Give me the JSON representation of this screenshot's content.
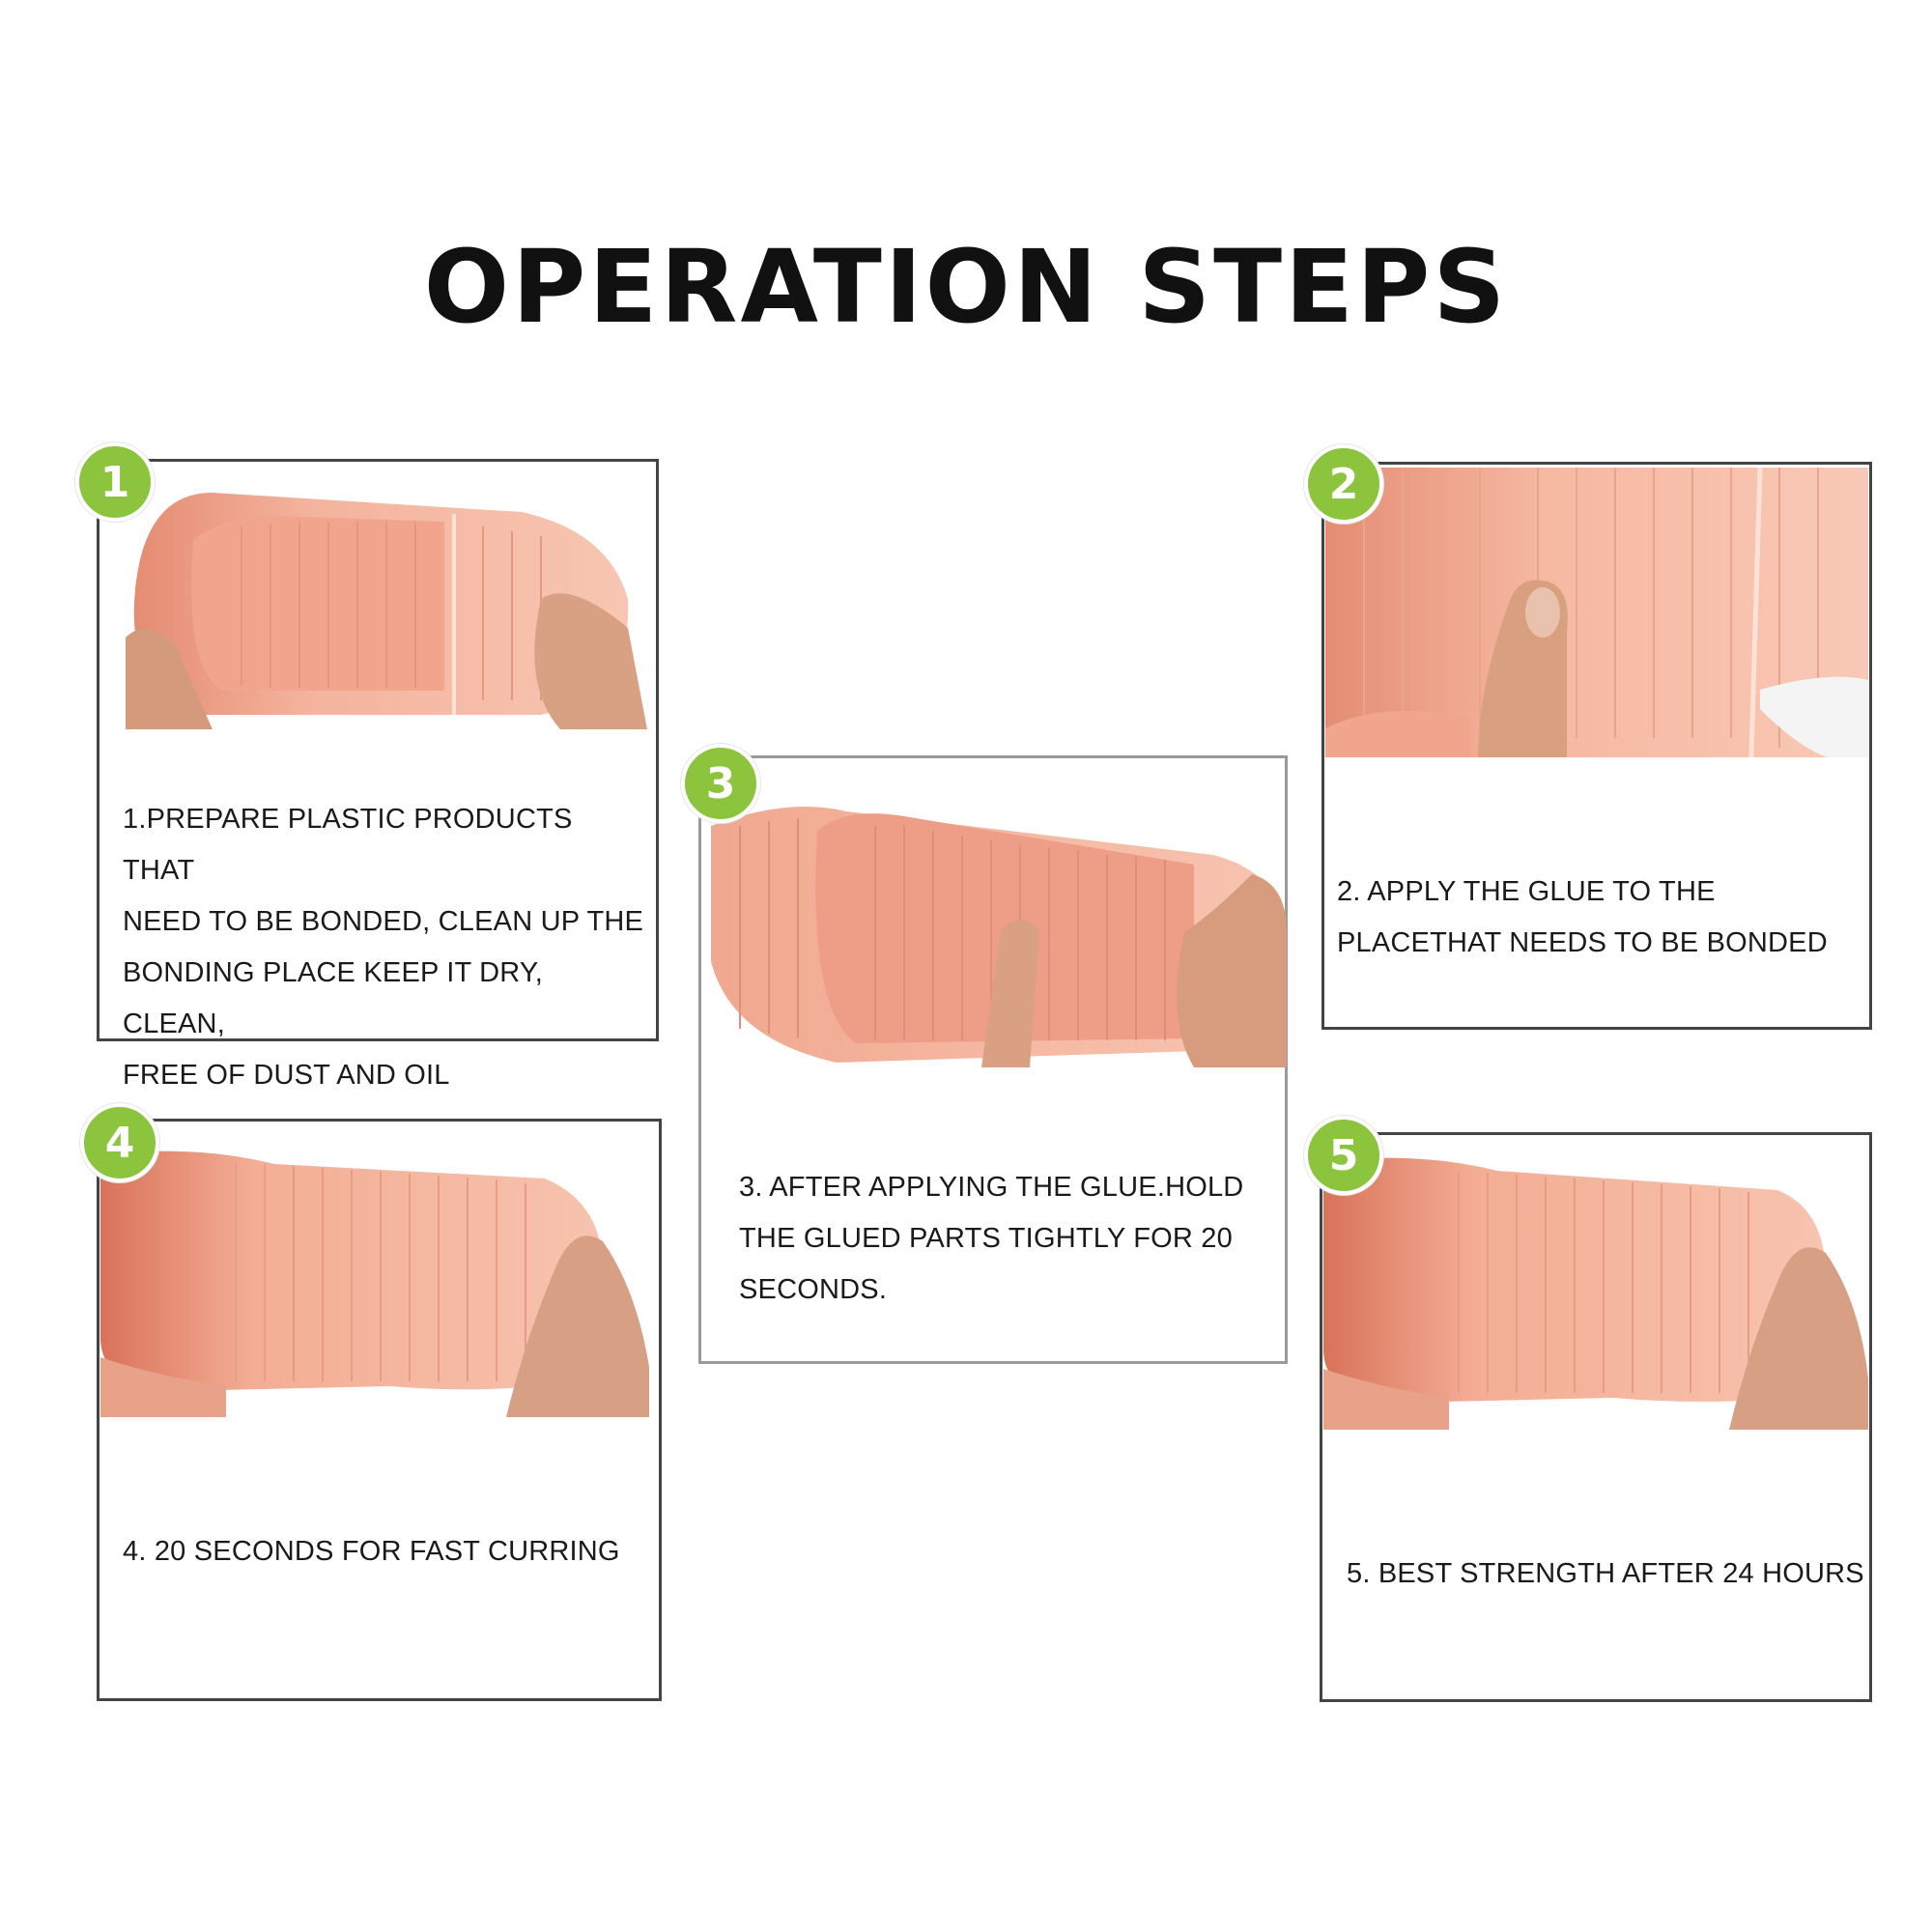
{
  "title": "OPERATION STEPS",
  "colors": {
    "badge": "#8cc43d",
    "border": "#444444",
    "slipper": "#f2b49c"
  },
  "steps": [
    {
      "number": "1",
      "text": "1.PREPARE PLASTIC PRODUCTS THAT\nNEED TO BE BONDED, CLEAN UP THE\nBONDING PLACE KEEP IT DRY, CLEAN,\nFREE OF DUST AND OIL"
    },
    {
      "number": "2",
      "text": "2. APPLY THE GLUE TO THE\nPLACETHAT NEEDS TO BE BONDED"
    },
    {
      "number": "3",
      "text": "3. AFTER APPLYING THE GLUE.HOLD\nTHE GLUED PARTS TIGHTLY FOR 20\nSECONDS."
    },
    {
      "number": "4",
      "text": "4. 20 SECONDS FOR FAST CURRING"
    },
    {
      "number": "5",
      "text": "5. BEST STRENGTH AFTER 24 HOURS"
    }
  ]
}
